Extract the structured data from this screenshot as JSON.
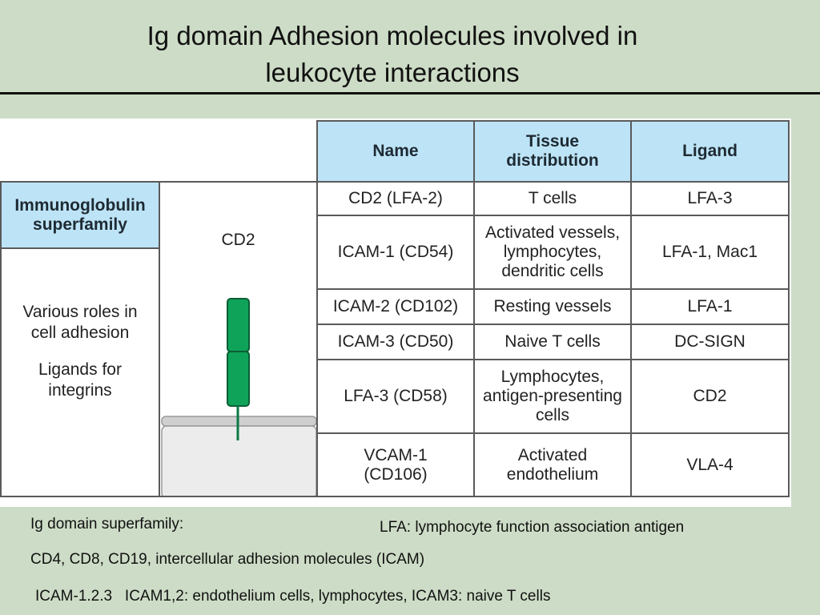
{
  "slide": {
    "title_line1": "Ig domain Adhesion molecules involved in",
    "title_line2": "leukocyte interactions"
  },
  "figure": {
    "family_label_line1": "Immunoglobulin",
    "family_label_line2": "superfamily",
    "molecule_label": "CD2",
    "roles_line1": "Various roles in",
    "roles_line2": "cell adhesion",
    "roles_line3": "Ligands for",
    "roles_line4": "integrins",
    "table": {
      "headers": [
        "Name",
        "Tissue distribution",
        "Ligand"
      ],
      "rows": [
        [
          "CD2 (LFA-2)",
          "T cells",
          "LFA-3"
        ],
        [
          "ICAM-1 (CD54)",
          "Activated vessels, lymphocytes, dendritic cells",
          "LFA-1, Mac1"
        ],
        [
          "ICAM-2 (CD102)",
          "Resting vessels",
          "LFA-1"
        ],
        [
          "ICAM-3 (CD50)",
          "Naive T cells",
          "DC-SIGN"
        ],
        [
          "LFA-3 (CD58)",
          "Lymphocytes, antigen-presenting cells",
          "CD2"
        ],
        [
          "VCAM-1 (CD106)",
          "Activated endothelium",
          "VLA-4"
        ]
      ]
    },
    "colors": {
      "header_fill": "#bde4f6",
      "domain_fill": "#0fa35a",
      "membrane_fill": "#e6e6e6"
    }
  },
  "notes": {
    "ig_superfamily": "Ig domain superfamily:",
    "lfa_definition": "LFA: lymphocyte function association antigen",
    "members": "CD4, CD8, CD19, intercellular adhesion molecules (ICAM)",
    "icam": "ICAM-1.2.3   ICAM1,2: endothelium cells, lymphocytes, ICAM3: naive T cells"
  }
}
